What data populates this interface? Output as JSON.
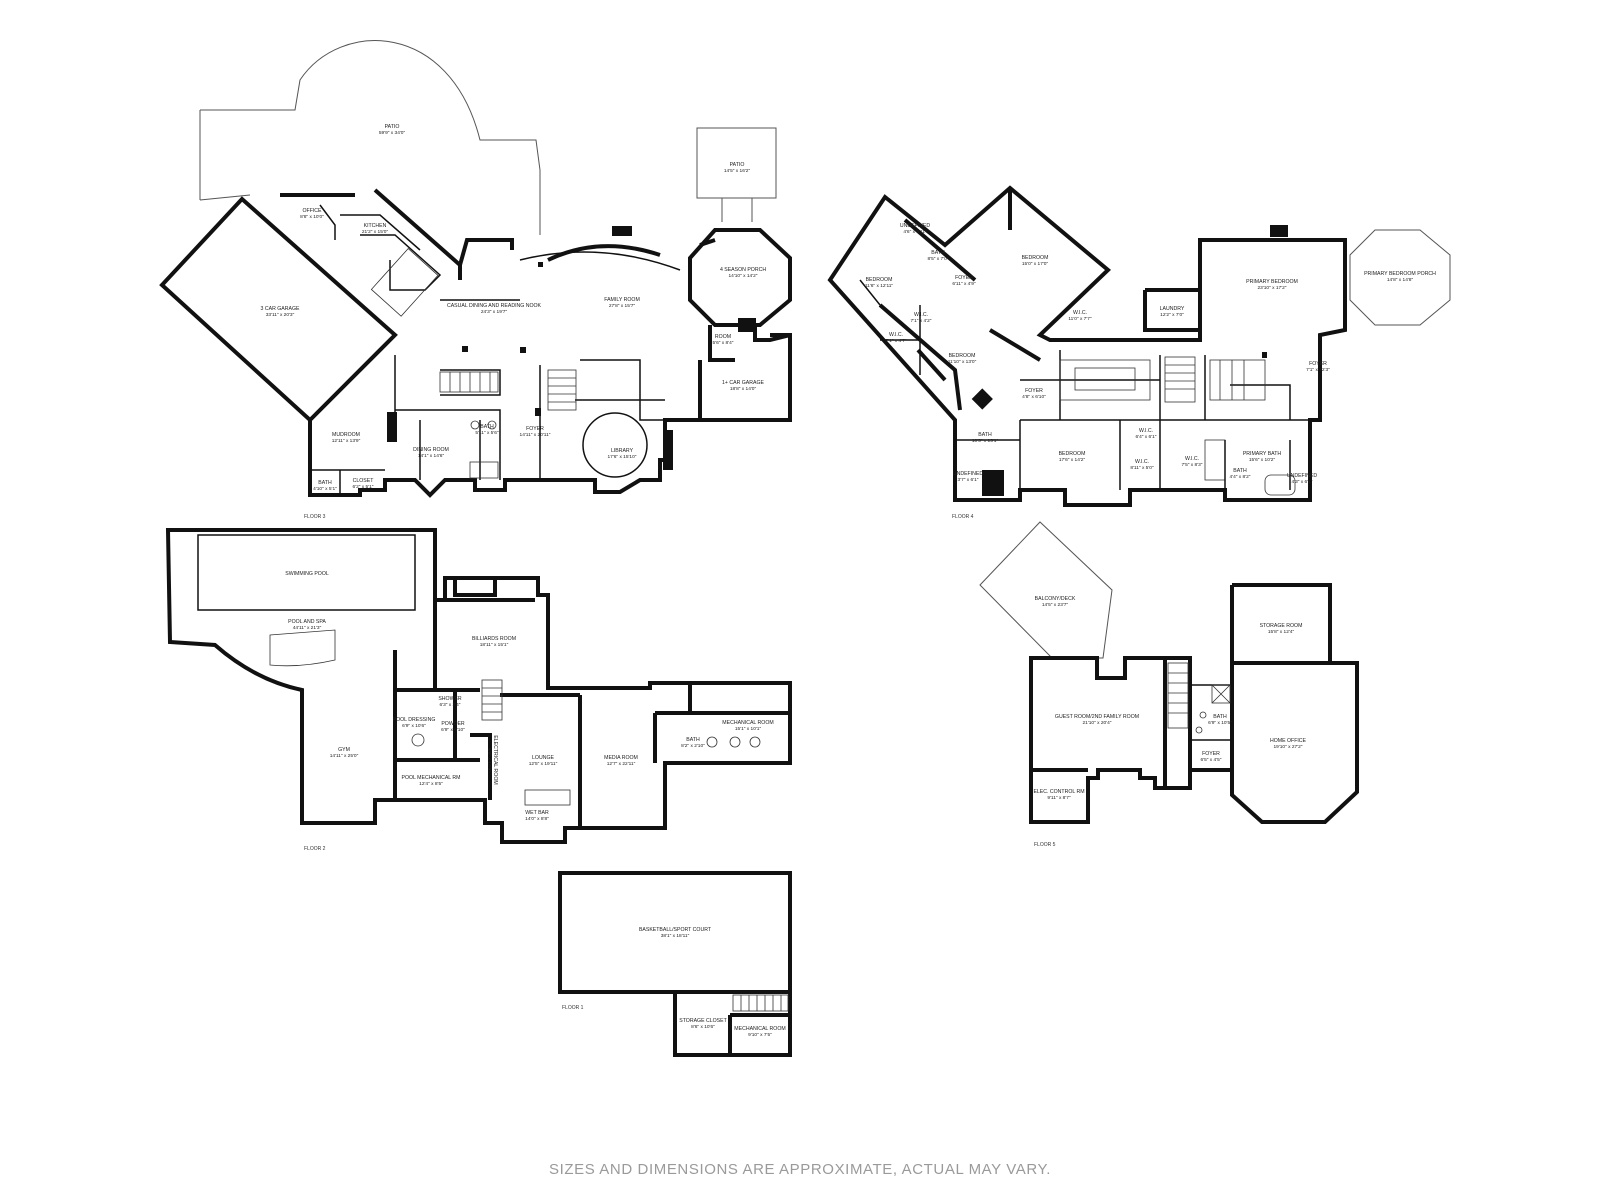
{
  "footer": "SIZES AND DIMENSIONS ARE APPROXIMATE, ACTUAL MAY VARY.",
  "floors": {
    "floor1": {
      "label": "FLOOR 1",
      "rooms": {
        "basketball": {
          "name": "BASKETBALL/SPORT COURT",
          "dim": "38'1\" x 18'11\""
        },
        "storage_closet": {
          "name": "STORAGE CLOSET",
          "dim": "8'6\" x 10'6\""
        },
        "mechanical": {
          "name": "MECHANICAL ROOM",
          "dim": "9'10\" x 7'5\""
        }
      }
    },
    "floor2": {
      "label": "FLOOR 2",
      "rooms": {
        "swimming_pool": {
          "name": "SWIMMING POOL"
        },
        "pool_spa": {
          "name": "POOL AND SPA",
          "dim": "44'11\" x 21'3\""
        },
        "billiards": {
          "name": "BILLIARDS ROOM",
          "dim": "18'11\" x 15'1\""
        },
        "gym": {
          "name": "GYM",
          "dim": "14'11\" x 25'0\""
        },
        "pool_dressing": {
          "name": "POOL DRESSING",
          "dim": "6'9\" x 10'6\""
        },
        "shower": {
          "name": "SHOWER",
          "dim": "6'3\" x 3'4\""
        },
        "powder": {
          "name": "POWDER",
          "dim": "6'9\" x 6'10\""
        },
        "pool_mech": {
          "name": "POOL MECHANICAL RM",
          "dim": "12'4\" x 8'5\""
        },
        "elec_room": {
          "name": "ELECTRICAL ROOM",
          "dim": "5'9\" x 10'9\""
        },
        "lounge": {
          "name": "LOUNGE",
          "dim": "12'5\" x 19'11\""
        },
        "wet_bar": {
          "name": "WET BAR",
          "dim": "14'0\" x 8'8\""
        },
        "media": {
          "name": "MEDIA ROOM",
          "dim": "12'7\" x 22'11\""
        },
        "bath": {
          "name": "BATH",
          "dim": "8'2\" x 2'10\""
        },
        "mechanical": {
          "name": "MECHANICAL ROOM",
          "dim": "15'1\" x 10'1\""
        }
      }
    },
    "floor3": {
      "label": "FLOOR 3",
      "rooms": {
        "patio_main": {
          "name": "PATIO",
          "dim": "59'9\" x 34'0\""
        },
        "patio_small": {
          "name": "PATIO",
          "dim": "14'5\" x 16'2\""
        },
        "office": {
          "name": "OFFICE",
          "dim": "8'8\" x 10'0\""
        },
        "kitchen": {
          "name": "KITCHEN",
          "dim": "21'2\" x 15'0\""
        },
        "garage3": {
          "name": "3 CAR GARAGE",
          "dim": "33'11\" x 20'3\""
        },
        "casual_dining": {
          "name": "CASUAL DINING AND READING NOOK",
          "dim": "24'3\" x 19'7\""
        },
        "family": {
          "name": "FAMILY ROOM",
          "dim": "27'8\" x 15'7\""
        },
        "porch4": {
          "name": "4 SEASON PORCH",
          "dim": "14'10\" x 14'2\""
        },
        "room": {
          "name": "ROOM",
          "dim": "5'6\" x 8'4\""
        },
        "garage1": {
          "name": "1+ CAR GARAGE",
          "dim": "18'8\" x 14'0\""
        },
        "mudroom": {
          "name": "MUDROOM",
          "dim": "12'11\" x 13'9\""
        },
        "dining": {
          "name": "DINING ROOM",
          "dim": "14'1\" x 14'6\""
        },
        "bath_a": {
          "name": "BATH",
          "dim": "5'11\" x 5'6\""
        },
        "foyer": {
          "name": "FOYER",
          "dim": "14'11\" x 20'11\""
        },
        "library": {
          "name": "LIBRARY",
          "dim": "17'6\" x 15'10\""
        },
        "bath_b": {
          "name": "BATH",
          "dim": "4'10\" x 5'1\""
        },
        "closet": {
          "name": "CLOSET",
          "dim": "6'2\" x 5'1\""
        }
      }
    },
    "floor4": {
      "label": "FLOOR 4",
      "rooms": {
        "undefined_a": {
          "name": "UNDEFINED",
          "dim": "4'6\" x 6'11\""
        },
        "bath_a": {
          "name": "BATH",
          "dim": "8'5\" x 7'0\""
        },
        "bedroom_a": {
          "name": "BEDROOM",
          "dim": "11'6\" x 12'11\""
        },
        "foyer_a": {
          "name": "FOYER",
          "dim": "6'11\" x 4'9\""
        },
        "bedroom_b": {
          "name": "BEDROOM",
          "dim": "15'0\" x 17'0\""
        },
        "wic_a": {
          "name": "W.I.C.",
          "dim": "11'0\" x 7'7\""
        },
        "wic_b": {
          "name": "W.I.C.",
          "dim": "7'1\" x 4'2\""
        },
        "wic_c": {
          "name": "W.I.C.",
          "dim": "7'1\" x 4'7\""
        },
        "bedroom_c": {
          "name": "BEDROOM",
          "dim": "11'10\" x 13'0\""
        },
        "laundry": {
          "name": "LAUNDRY",
          "dim": "12'2\" x 7'0\""
        },
        "primary_bedroom": {
          "name": "PRIMARY BEDROOM",
          "dim": "23'10\" x 17'2\""
        },
        "primary_porch": {
          "name": "PRIMARY BEDROOM PORCH",
          "dim": "14'8\" x 14'8\""
        },
        "foyer_b": {
          "name": "FOYER",
          "dim": "7'1\" x 12'3\""
        },
        "foyer_c": {
          "name": "FOYER",
          "dim": "4'8\" x 6'10\""
        },
        "bath_b": {
          "name": "BATH",
          "dim": "10'5\" x 15'1\""
        },
        "bedroom_d": {
          "name": "BEDROOM",
          "dim": "17'6\" x 14'2\""
        },
        "wic_d": {
          "name": "W.I.C.",
          "dim": "6'4\" x 6'1\""
        },
        "wic_e": {
          "name": "W.I.C.",
          "dim": "8'11\" x 5'0\""
        },
        "wic_f": {
          "name": "W.I.C.",
          "dim": "7'5\" x 8'3\""
        },
        "primary_bath": {
          "name": "PRIMARY BATH",
          "dim": "15'6\" x 10'2\""
        },
        "bath_c": {
          "name": "BATH",
          "dim": "4'4\" x 8'2\""
        },
        "undefined_b": {
          "name": "UNDEFINED",
          "dim": "3'7\" x 6'1\""
        },
        "undefined_c": {
          "name": "UNDEFINED",
          "dim": "4'3\" x 6'1\""
        }
      }
    },
    "floor5": {
      "label": "FLOOR 5",
      "rooms": {
        "balcony": {
          "name": "BALCONY/DECK",
          "dim": "14'5\" x 23'7\""
        },
        "guest_room": {
          "name": "GUEST ROOM/2ND FAMILY ROOM",
          "dim": "21'10\" x 20'4\""
        },
        "elec_control": {
          "name": "ELEC. CONTROL RM",
          "dim": "9'11\" x 8'7\""
        },
        "storage": {
          "name": "STORAGE ROOM",
          "dim": "15'8\" x 12'4\""
        },
        "bath": {
          "name": "BATH",
          "dim": "6'9\" x 10'5\""
        },
        "foyer": {
          "name": "FOYER",
          "dim": "6'5\" x 4'5\""
        },
        "home_office": {
          "name": "HOME OFFICE",
          "dim": "19'10\" x 27'2\""
        }
      }
    }
  }
}
